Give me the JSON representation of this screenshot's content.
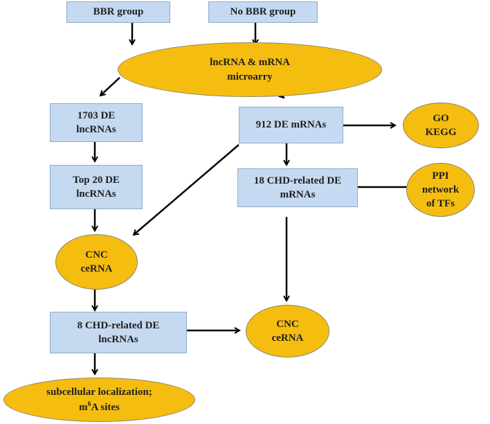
{
  "nodes": {
    "bbr_group": "BBR group",
    "no_bbr_group": "No BBR group",
    "microarray": "lncRNA & mRNA\nmicroarry",
    "de_lncrnas": "1703 DE\nlncRNAs",
    "de_mrnas": "912 DE mRNAs",
    "go_kegg": "GO\nKEGG",
    "top20_lncrnas": "Top 20 DE\nlncRNAs",
    "chd_mrnas": "18 CHD-related DE\nmRNAs",
    "ppi_network": "PPI\nnetwork\nof TFs",
    "cnc_left": "CNC\nceRNA",
    "chd_lncrnas": "8 CHD-related DE\nlncRNAs",
    "cnc_right": "CNC\nceRNA",
    "subcellular_line1": "subcellular localization;",
    "subcellular_line2_m": "m",
    "subcellular_line2_sup": "6",
    "subcellular_line2_rest": "A sites"
  },
  "colors": {
    "box_fill": "#c5d9f1",
    "box_border": "#8eaad3",
    "ellipse_fill": "#f5bd0f",
    "arrow": "#000000"
  }
}
